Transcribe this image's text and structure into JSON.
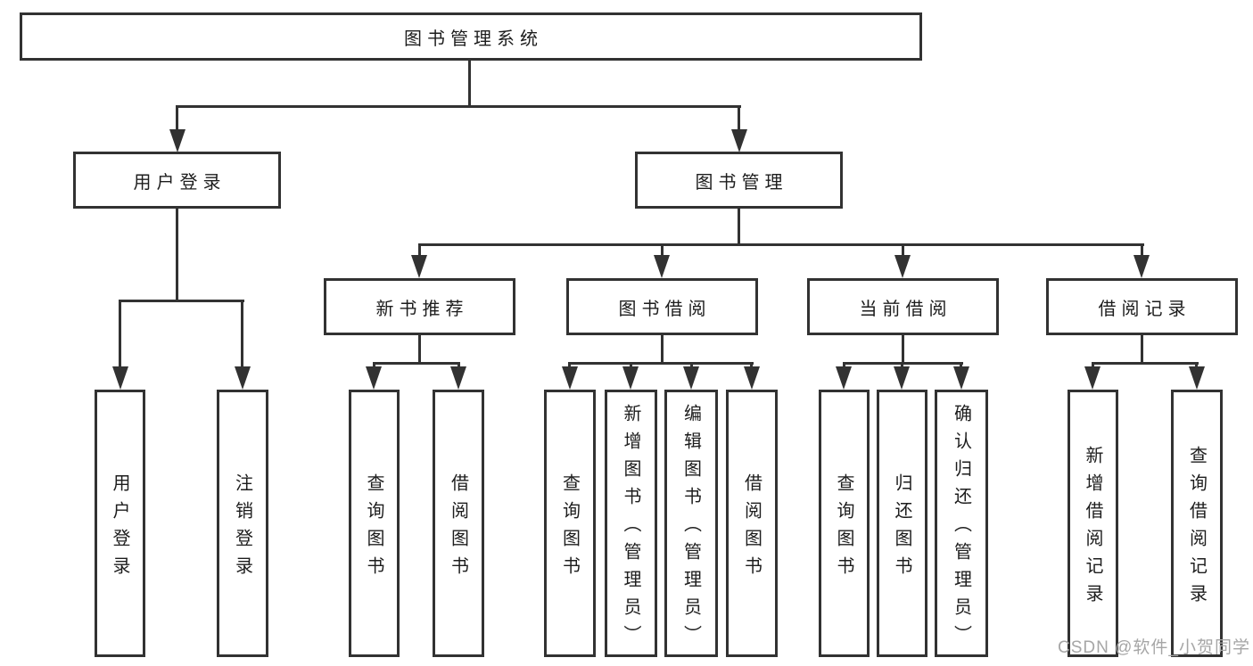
{
  "colors": {
    "line": "#323232",
    "text": "#1d1d1d",
    "background": "#ffffff",
    "watermark": "#a6a6a6"
  },
  "watermark": {
    "text": "CSDN @软件_小贺同学"
  },
  "tree": {
    "root": {
      "label": "图书管理系统"
    },
    "children": [
      {
        "label": "用户登录",
        "children": [
          {
            "label": "用户登录"
          },
          {
            "label": "注销登录"
          }
        ]
      },
      {
        "label": "图书管理",
        "children": [
          {
            "label": "新书推荐",
            "children": [
              {
                "label": "查询图书"
              },
              {
                "label": "借阅图书"
              }
            ]
          },
          {
            "label": "图书借阅",
            "children": [
              {
                "label": "查询图书"
              },
              {
                "label": "新增图书（管理员）"
              },
              {
                "label": "编辑图书（管理员）"
              },
              {
                "label": "借阅图书"
              }
            ]
          },
          {
            "label": "当前借阅",
            "children": [
              {
                "label": "查询图书"
              },
              {
                "label": "归还图书"
              },
              {
                "label": "确认归还（管理员）"
              }
            ]
          },
          {
            "label": "借阅记录",
            "children": [
              {
                "label": "新增借阅记录"
              },
              {
                "label": "查询借阅记录"
              }
            ]
          }
        ]
      }
    ]
  }
}
